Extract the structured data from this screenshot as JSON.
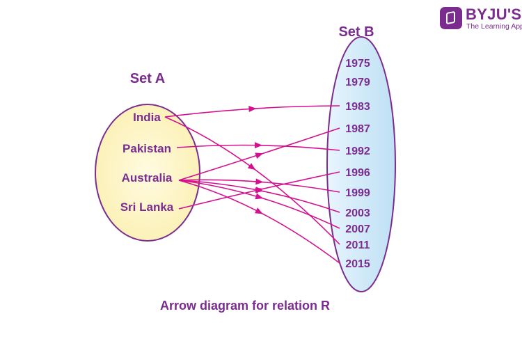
{
  "brand": {
    "name": "BYJU'S",
    "tagline": "The Learning App",
    "color": "#7b2c8f"
  },
  "diagram": {
    "set_a_title": "Set A",
    "set_b_title": "Set B",
    "caption": "Arrow diagram for relation R",
    "set_a": [
      "India",
      "Pakistan",
      "Australia",
      "Sri Lanka"
    ],
    "set_b": [
      "1975",
      "1979",
      "1983",
      "1987",
      "1992",
      "1996",
      "1999",
      "2003",
      "2007",
      "2011",
      "2015"
    ],
    "relations": [
      [
        "India",
        "1983"
      ],
      [
        "India",
        "2011"
      ],
      [
        "Pakistan",
        "1992"
      ],
      [
        "Australia",
        "1987"
      ],
      [
        "Australia",
        "1999"
      ],
      [
        "Australia",
        "2003"
      ],
      [
        "Australia",
        "2007"
      ],
      [
        "Australia",
        "2015"
      ],
      [
        "Sri Lanka",
        "1996"
      ]
    ],
    "colors": {
      "arrow": "#d4108f",
      "text": "#7b2c8f",
      "set_a_fill": "#fdf5c4",
      "set_b_fill": "#cfe9f9",
      "outline": "#7b2c8f"
    }
  }
}
